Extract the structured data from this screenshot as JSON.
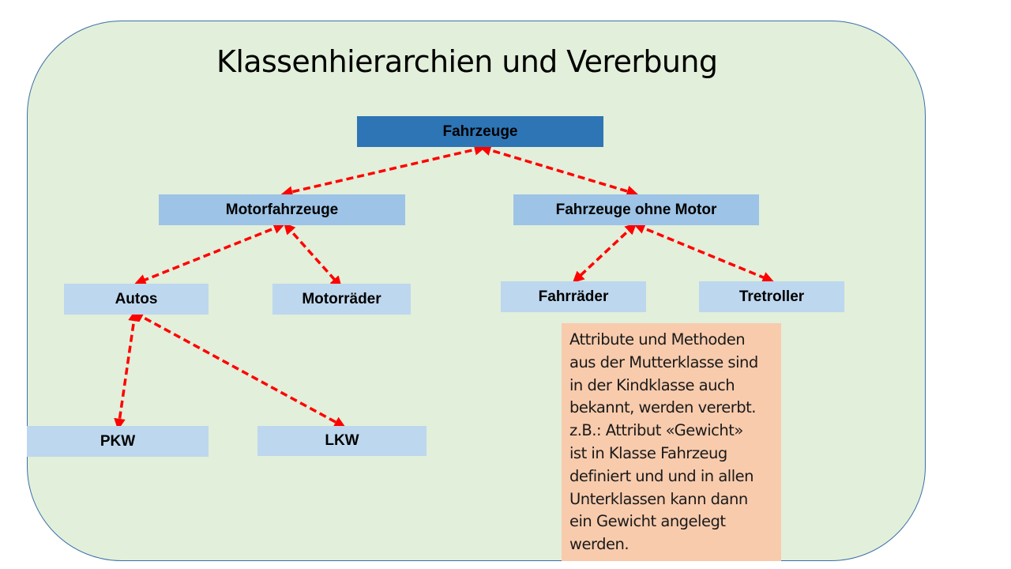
{
  "title": "Klassenhierarchien und Vererbung",
  "colors": {
    "panel": "#e2efda",
    "root": "#2e75b6",
    "level1": "#9dc3e6",
    "level2": "#bdd7ee",
    "note": "#f8cbad",
    "arrow": "#ff0000"
  },
  "nodes": {
    "fahrzeuge": "Fahrzeuge",
    "motorfahrzeuge": "Motorfahrzeuge",
    "fahrzeuge_ohne_motor": "Fahrzeuge ohne Motor",
    "autos": "Autos",
    "motorraeder": "Motorräder",
    "fahrraeder": "Fahrräder",
    "tretroller": "Tretroller",
    "pkw": "PKW",
    "lkw": "LKW"
  },
  "edges": [
    [
      "fahrzeuge",
      "motorfahrzeuge"
    ],
    [
      "fahrzeuge",
      "fahrzeuge_ohne_motor"
    ],
    [
      "motorfahrzeuge",
      "autos"
    ],
    [
      "motorfahrzeuge",
      "motorraeder"
    ],
    [
      "fahrzeuge_ohne_motor",
      "fahrraeder"
    ],
    [
      "fahrzeuge_ohne_motor",
      "tretroller"
    ],
    [
      "autos",
      "pkw"
    ],
    [
      "autos",
      "lkw"
    ]
  ],
  "note": {
    "lines": [
      "Attribute  und Methoden",
      "aus der Mutterklasse sind",
      "in der Kindklasse auch",
      "bekannt, werden vererbt.",
      "z.B.: Attribut «Gewicht»",
      "ist in Klasse Fahrzeug",
      "definiert und und in allen",
      "Unterklassen kann dann",
      "ein Gewicht angelegt",
      "werden."
    ]
  }
}
